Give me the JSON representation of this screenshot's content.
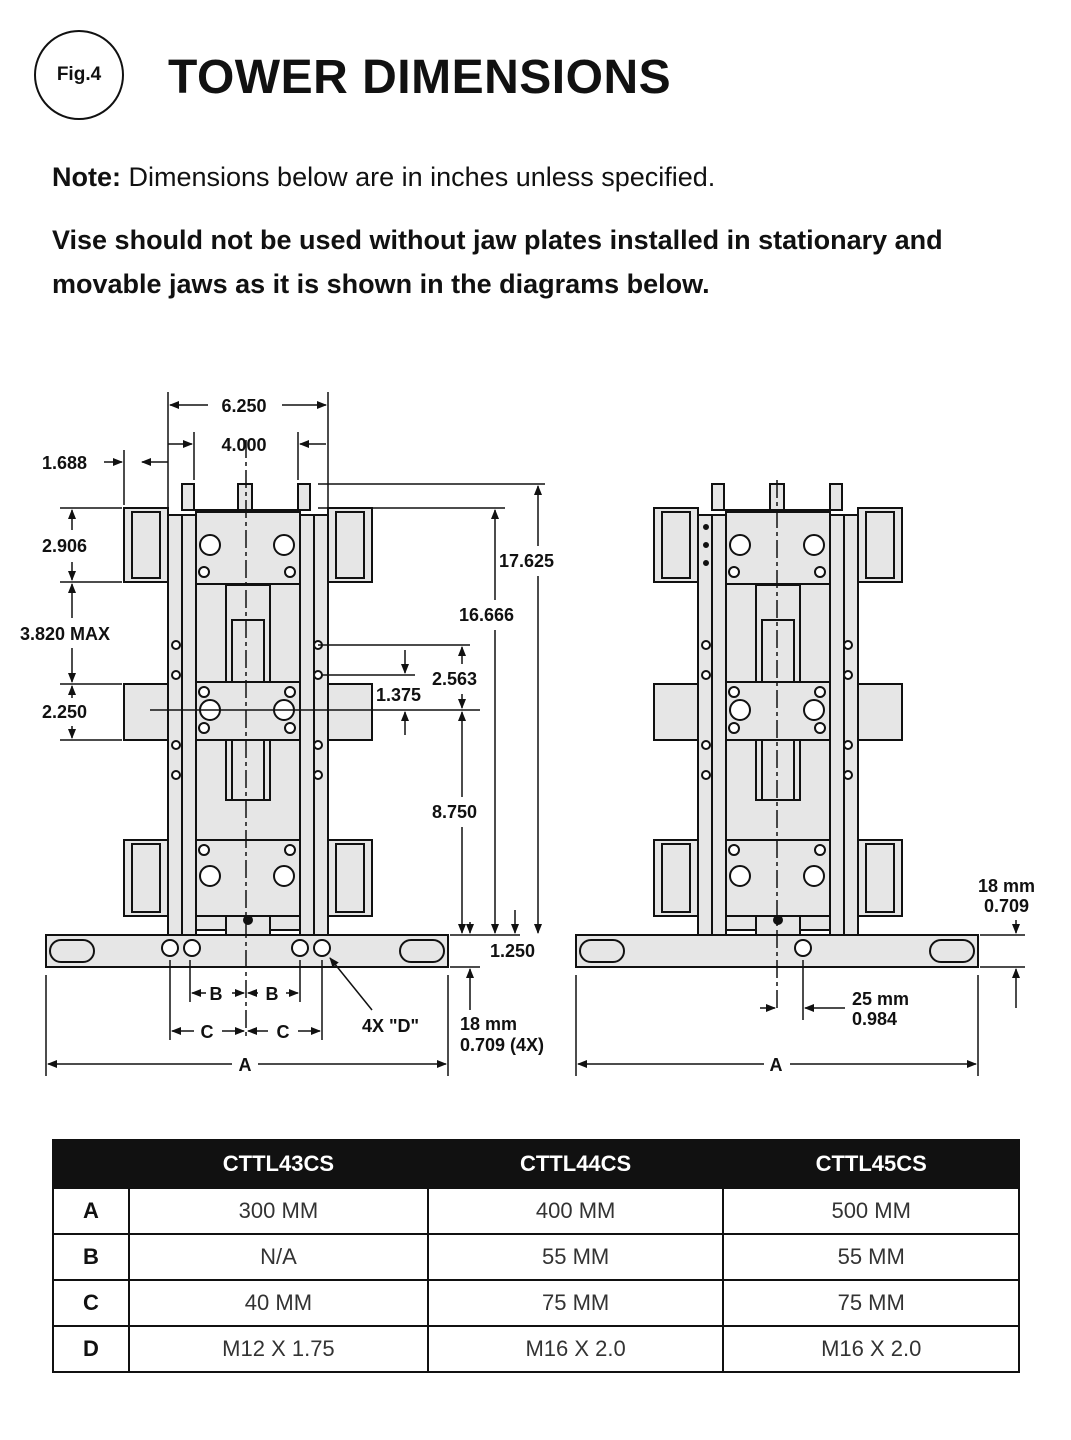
{
  "figure_label": "Fig.4",
  "title": "TOWER DIMENSIONS",
  "note_label": "Note:",
  "note_text": " Dimensions below are in inches unless specified.",
  "warning_text": "Vise should not be used without jaw plates installed in stationary and movable jaws as it is shown in the diagrams below.",
  "diagram_left": {
    "dim_6250": "6.250",
    "dim_4000": "4.000",
    "dim_1688": "1.688",
    "dim_2906": "2.906",
    "dim_3820": "3.820 MAX",
    "dim_2250": "2.250",
    "dim_17625": "17.625",
    "dim_16666": "16.666",
    "dim_2563": "2.563",
    "dim_1375": "1.375",
    "dim_8750": "8.750",
    "dim_1250": "1.250",
    "label_b1": "B",
    "label_b2": "B",
    "label_c1": "C",
    "label_c2": "C",
    "label_d": "4X \"D\"",
    "dim_18mm_line1": "18 mm",
    "dim_18mm_line2": "0.709 (4X)",
    "label_a": "A"
  },
  "diagram_right": {
    "dim_18mm_line1": "18 mm",
    "dim_18mm_line2": "0.709",
    "dim_25mm_line1": "25 mm",
    "dim_25mm_line2": "0.984",
    "label_a": "A"
  },
  "table": {
    "headers": [
      "",
      "CTTL43CS",
      "CTTL44CS",
      "CTTL45CS"
    ],
    "rows": [
      [
        "A",
        "300 MM",
        "400 MM",
        "500 MM"
      ],
      [
        "B",
        "N/A",
        "55 MM",
        "55 MM"
      ],
      [
        "C",
        "40 MM",
        "75 MM",
        "75 MM"
      ],
      [
        "D",
        "M12 X 1.75",
        "M16 X 2.0",
        "M16 X 2.0"
      ]
    ]
  },
  "colors": {
    "line": "#111111",
    "part_fill": "#e6e6e6",
    "header_fill": "#111111"
  }
}
